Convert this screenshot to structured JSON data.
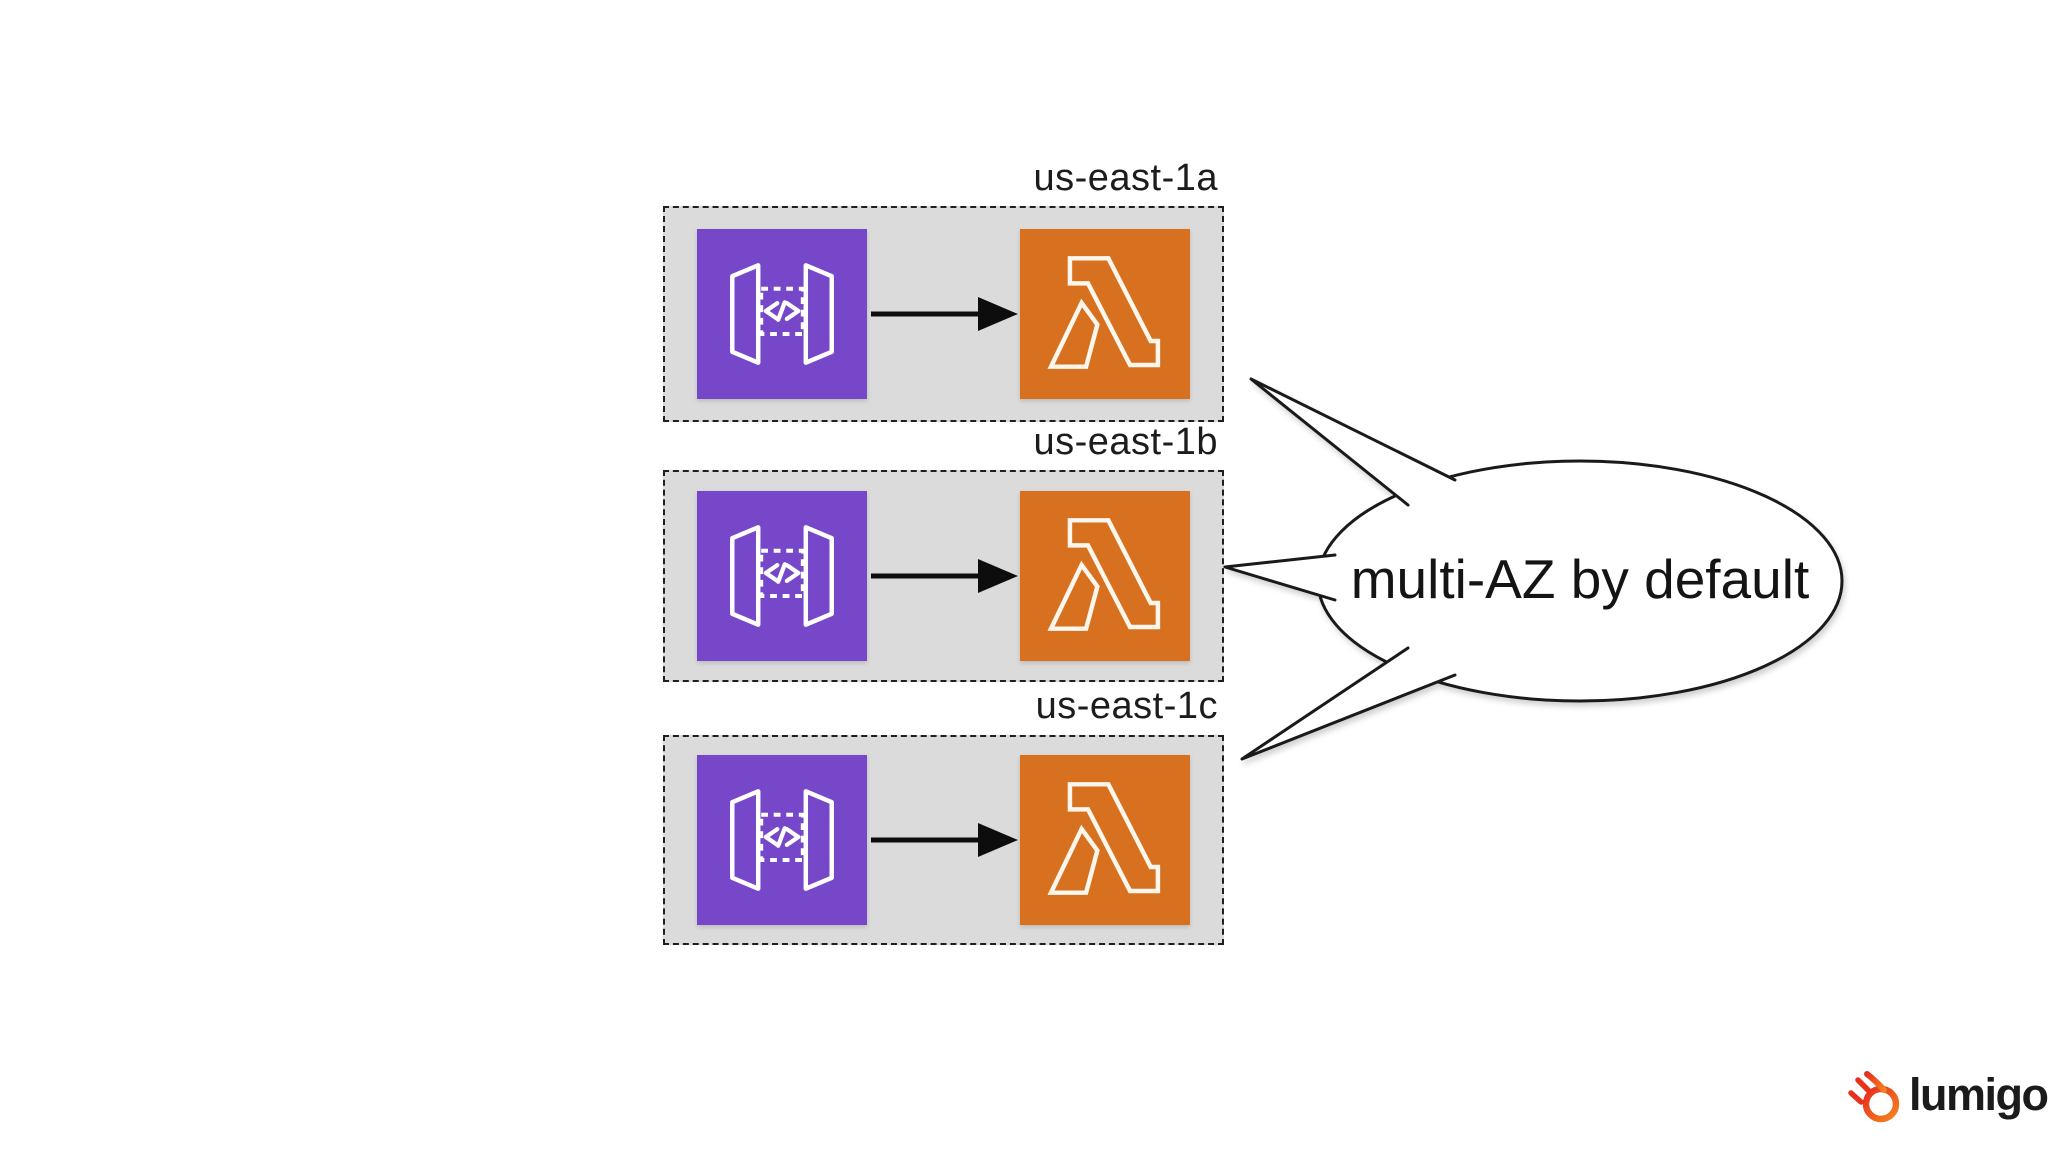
{
  "slide": {
    "zones": [
      {
        "label": "us-east-1a"
      },
      {
        "label": "us-east-1b"
      },
      {
        "label": "us-east-1c"
      }
    ],
    "zone_bg_color": "#dbdbdb",
    "zone_border_color": "#1f1f1f",
    "services": {
      "api_gateway": {
        "icon": "api-gateway-icon",
        "color": "#7747c9"
      },
      "lambda": {
        "icon": "lambda-icon",
        "color": "#d8711f"
      }
    },
    "arrow_color": "#0d0d0d",
    "callout": {
      "text": "multi-AZ by default",
      "fill": "#ffffff",
      "stroke": "#1a1a1a"
    },
    "logo": {
      "text": "lumigo",
      "icon": "lumigo-comet-icon",
      "text_color": "#1b1b1b",
      "flame_gradient": [
        "#e62e1f",
        "#f58220"
      ]
    }
  }
}
